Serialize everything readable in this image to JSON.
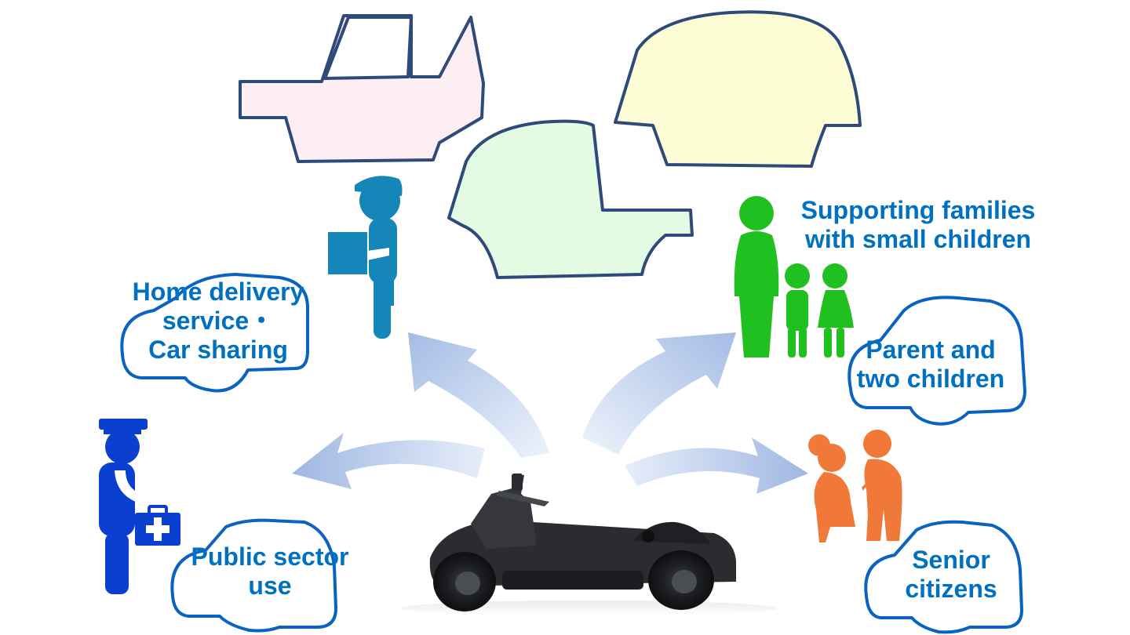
{
  "colors": {
    "label_text": "#0070c0",
    "outline": "#2e4a7a",
    "body_pink": "#fdeef3",
    "body_yellow": "#fefed6",
    "body_green": "#e3fbe2",
    "delivery_person": "#1487b8",
    "public_person": "#0a3fd0",
    "family": "#21c021",
    "senior": "#f07838",
    "arrow": "#a9bfe6",
    "chassis": "#2a2c30"
  },
  "icons": {
    "delivery": "delivery-person-icon",
    "public": "medical-worker-icon",
    "family": "family-icon",
    "senior": "senior-couple-icon",
    "chassis": "vehicle-chassis-icon"
  },
  "labels": {
    "delivery": {
      "line1": "Home delivery",
      "line2": "service・",
      "line3": "Car sharing"
    },
    "families": {
      "line1": "Supporting families",
      "line2": "with small children"
    },
    "parent": {
      "line1": "Parent and",
      "line2": "two children"
    },
    "public": {
      "line1": "Public sector",
      "line2": "use"
    },
    "senior": {
      "line1": "Senior",
      "line2": "citizens"
    }
  }
}
